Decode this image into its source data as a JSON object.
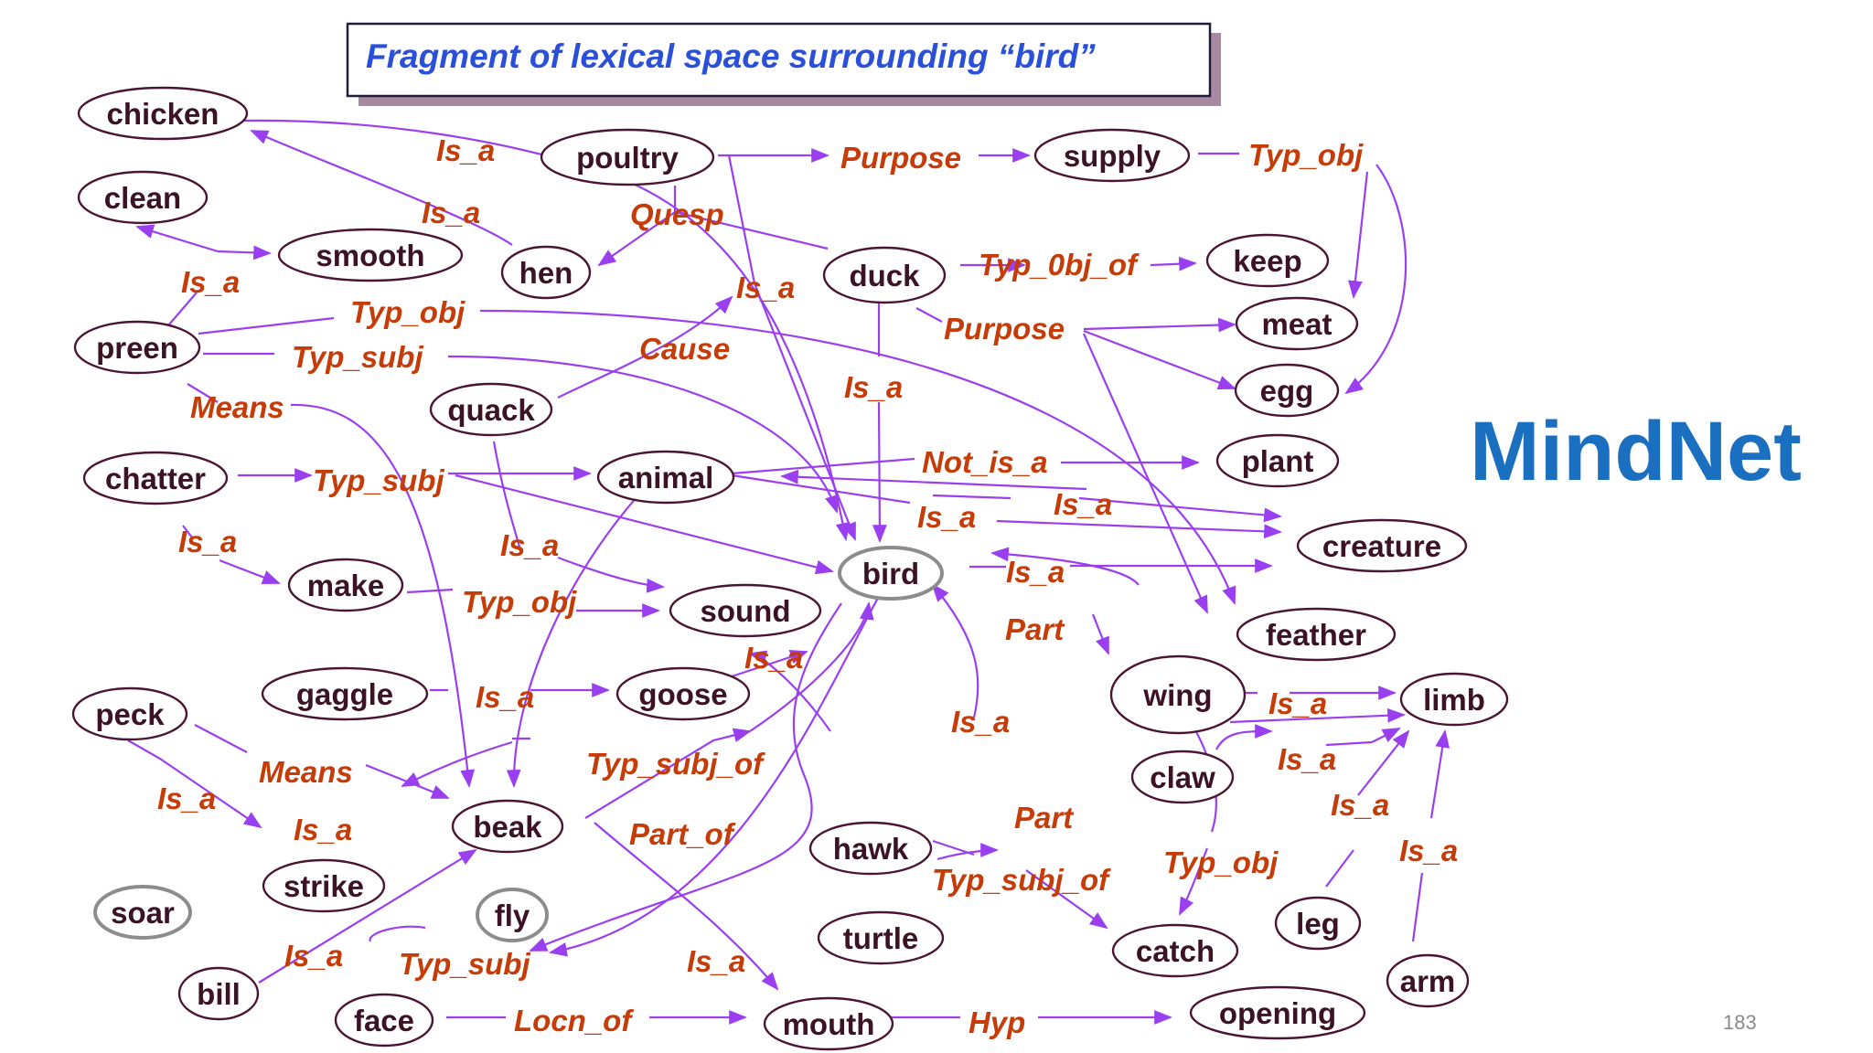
{
  "title": "Fragment of lexical space surrounding “bird”",
  "brand": "MindNet",
  "page_number": "183",
  "colors": {
    "node_text": "#3b1324",
    "node_border": "#4a1530",
    "relation_text": "#c63c08",
    "edge": "#9a3ff0",
    "title": "#2a4fd8",
    "brand": "#1b6fc0"
  },
  "nodes": {
    "chicken": "chicken",
    "clean": "clean",
    "smooth": "smooth",
    "preen": "preen",
    "poultry": "poultry",
    "hen": "hen",
    "duck": "duck",
    "supply": "supply",
    "keep": "keep",
    "meat": "meat",
    "egg": "egg",
    "quack": "quack",
    "chatter": "chatter",
    "animal": "animal",
    "plant": "plant",
    "creature": "creature",
    "make": "make",
    "bird": "bird",
    "sound": "sound",
    "feather": "feather",
    "gaggle": "gaggle",
    "goose": "goose",
    "wing": "wing",
    "limb": "limb",
    "peck": "peck",
    "claw": "claw",
    "beak": "beak",
    "hawk": "hawk",
    "strike": "strike",
    "soar": "soar",
    "fly": "fly",
    "turtle": "turtle",
    "catch": "catch",
    "leg": "leg",
    "arm": "arm",
    "bill": "bill",
    "face": "face",
    "mouth": "mouth",
    "opening": "opening"
  },
  "relations": {
    "isa_chicken": "Is_a",
    "isa_hen": "Is_a",
    "quesp": "Quesp",
    "purpose_poultry": "Purpose",
    "typobj_supply": "Typ_obj",
    "isa_preen": "Is_a",
    "typobj_preen": "Typ_obj",
    "isa_poultry_bird": "Is_a",
    "typ0bjof": "Typ_0bj_of",
    "purpose_duck": "Purpose",
    "typsubj_preen": "Typ_subj",
    "cause": "Cause",
    "isa_duck": "Is_a",
    "means_preen": "Means",
    "typsubj_chatter": "Typ_subj",
    "not_is_a": "Not_is_a",
    "isa_creature1": "Is_a",
    "isa_creature2": "Is_a",
    "isa_chatter": "Is_a",
    "isa_quack": "Is_a",
    "isa_bird_creature": "Is_a",
    "typobj_make": "Typ_obj",
    "part_wing": "Part",
    "isa_goose": "Is_a",
    "isa_gaggle": "Is_a",
    "isa_wing": "Is_a",
    "isa_hawk": "Is_a",
    "typsubjof_beak": "Typ_subj_of",
    "means_peck": "Means",
    "isa_claw": "Is_a",
    "isa_peck": "Is_a",
    "isa_leg": "Is_a",
    "isa_strike": "Is_a",
    "partof": "Part_of",
    "part_claw": "Part",
    "typobj_claw": "Typ_obj",
    "isa_arm": "Is_a",
    "typsubjof_hawk": "Typ_subj_of",
    "isa_bill": "Is_a",
    "typsubj_soar": "Typ_subj",
    "isa_mouth": "Is_a",
    "locnof": "Locn_of",
    "hyp": "Hyp"
  }
}
